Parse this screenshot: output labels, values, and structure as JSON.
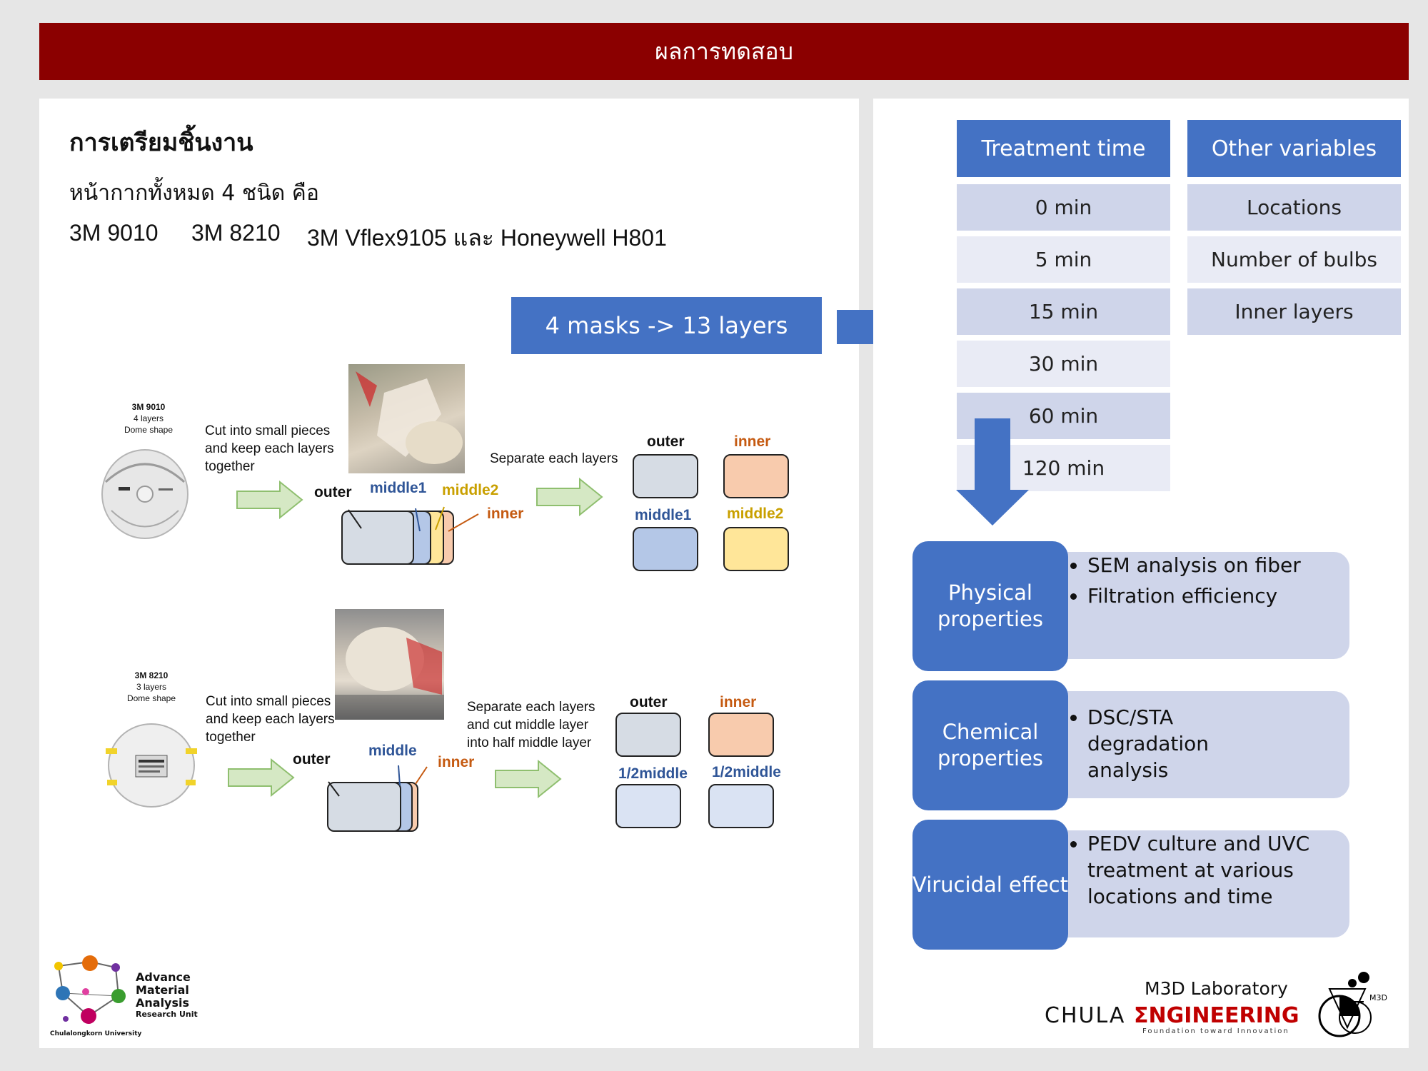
{
  "header": {
    "title": "ผลการทดสอบ"
  },
  "left": {
    "section_title": "การเตรียมชิ้นงาน",
    "intro": "หน้ากากทั้งหมด 4 ชนิด คือ",
    "models": [
      "3M 9010",
      "3M 8210",
      "3M Vflex9105 และ Honeywell H801"
    ],
    "summary_box": "4 masks -> 13 layers",
    "process1": {
      "mask_name": "3M 9010",
      "mask_layers": "4 layers",
      "mask_shape": "Dome shape",
      "step_text": "Cut into small pieces and keep each layers together",
      "separate_text": "Separate each layers",
      "stack_labels": {
        "outer": "outer",
        "middle1": "middle1",
        "middle2": "middle2",
        "inner": "inner"
      },
      "result_labels": {
        "outer": "outer",
        "inner": "inner",
        "middle1": "middle1",
        "middle2": "middle2"
      }
    },
    "process2": {
      "mask_name": "3M 8210",
      "mask_layers": "3 layers",
      "mask_shape": "Dome shape",
      "step_text": "Cut into small pieces and keep each layers together",
      "separate_text": "Separate each layers and cut middle layer into half middle layer",
      "stack_labels": {
        "outer": "outer",
        "middle": "middle",
        "inner": "inner"
      },
      "result_labels": {
        "outer": "outer",
        "inner": "inner",
        "half1": "1/2middle",
        "half2": "1/2middle"
      }
    },
    "logo": {
      "line1": "Advance",
      "line2": "Material",
      "line3": "Analysis",
      "line4": "Research Unit",
      "university": "Chulalongkorn University"
    }
  },
  "right": {
    "treatment_header": "Treatment time",
    "treatment_times": [
      "0 min",
      "5 min",
      "15 min",
      "30 min",
      "60 min",
      "120 min"
    ],
    "other_header": "Other variables",
    "other_variables": [
      "Locations",
      "Number of bulbs",
      "Inner layers"
    ],
    "properties": [
      {
        "title": "Physical properties",
        "items": [
          "SEM analysis on fiber",
          "Filtration efficiency"
        ]
      },
      {
        "title": "Chemical properties",
        "items": [
          "DSC/STA degradation analysis"
        ]
      },
      {
        "title": "Virucidal effect",
        "items": [
          "PEDV culture and UVC treatment at various locations and time"
        ]
      }
    ],
    "footer": {
      "lab": "M3D Laboratory",
      "chula": "CHULA",
      "engineering": "ΣNGINEERING",
      "tagline": "Foundation toward Innovation",
      "m3d_mark": "M3D"
    }
  },
  "colors": {
    "banner": "#8b0000",
    "accent_blue": "#4472c4",
    "row_dark": "#cfd5ea",
    "row_light": "#e9ebf5",
    "green_arrow": "#d5e8c4",
    "layer_outer": "#d6dce4",
    "layer_middle": "#b4c7e7",
    "layer_middle2": "#ffe699",
    "layer_inner": "#f8cbad"
  }
}
